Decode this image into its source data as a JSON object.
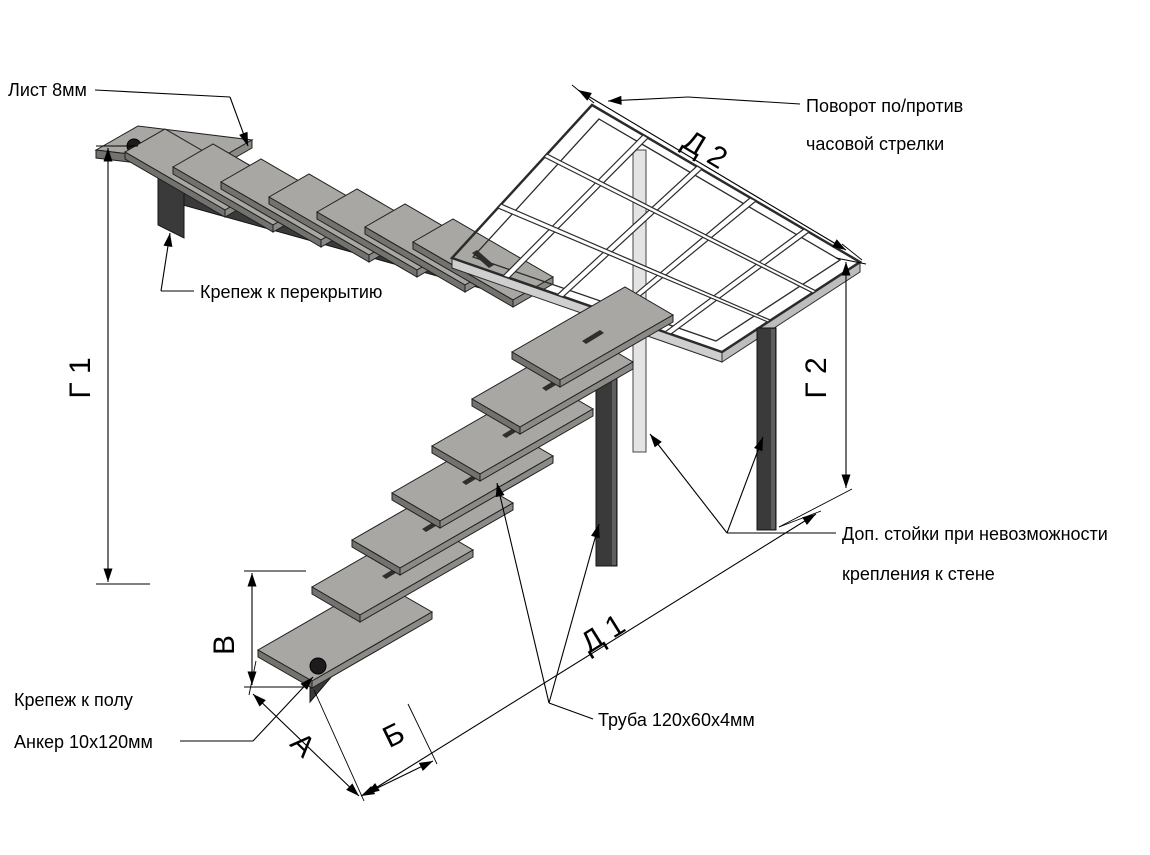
{
  "annotations": {
    "sheet": "Лист 8мм",
    "rotation_line1": "Поворот по/против",
    "rotation_line2": "часовой стрелки",
    "ceiling_mount": "Крепеж к перекрытию",
    "extra_posts_line1": "Доп. стойки при невозможности",
    "extra_posts_line2": "крепления к стене",
    "floor_mount": "Крепеж к полу",
    "anchor": "Анкер 10х120мм",
    "tube": "Труба 120х60х4мм"
  },
  "dimensions": {
    "g1": "Г 1",
    "g2": "Г 2",
    "d1": "Д 1",
    "d2": "Д 2",
    "a": "А",
    "b": "Б",
    "v": "В"
  },
  "colors": {
    "line": "#000000",
    "steel_dark": "#3a3a3a",
    "tread_gray": "#a8a7a3",
    "frame_white": "#ffffff",
    "background": "#ffffff"
  }
}
